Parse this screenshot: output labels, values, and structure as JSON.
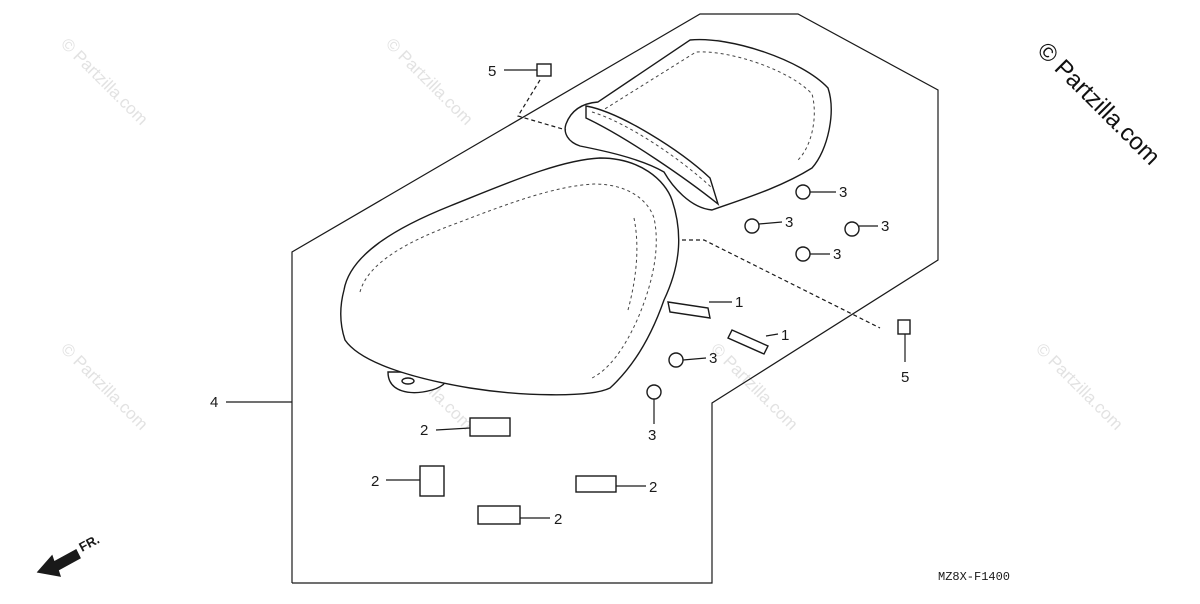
{
  "copyright": "© Partzilla.com",
  "watermark": "© Partzilla.com",
  "diagram_code": "MZ8X-F1400",
  "front_arrow_label": "FR.",
  "callouts": {
    "c1a": "1",
    "c1b": "1",
    "c2a": "2",
    "c2b": "2",
    "c2c": "2",
    "c2d": "2",
    "c3a": "3",
    "c3b": "3",
    "c3c": "3",
    "c3d": "3",
    "c3e": "3",
    "c3f": "3",
    "c4": "4",
    "c5a": "5",
    "c5b": "5"
  }
}
